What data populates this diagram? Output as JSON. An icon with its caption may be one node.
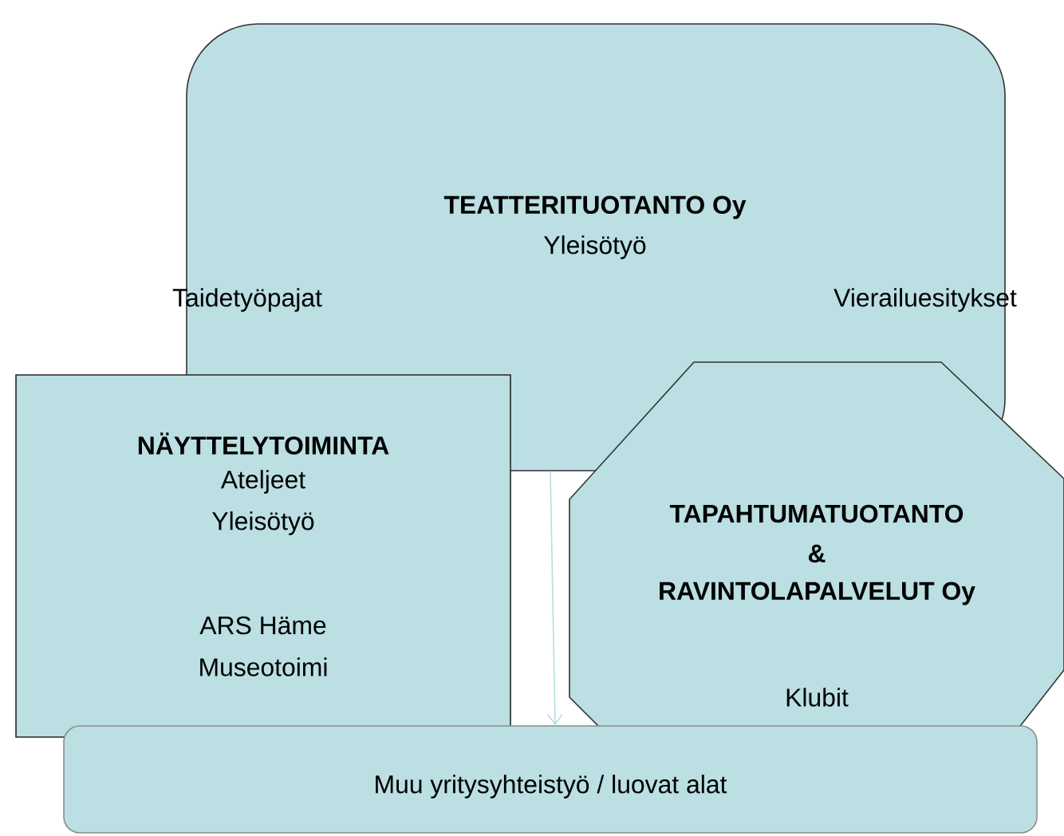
{
  "diagram": {
    "nodes": [
      {
        "text": [
          "TEATTERITUOTANTO Oy",
          "Yleisötyö",
          "Taidetyöpajat",
          "Vierailuesitykset"
        ]
      },
      {
        "text": [
          "NÄYTTELYTOIMINTA",
          "Ateljeet",
          "Yleisötyö",
          "ARS Häme",
          "Museotoimi"
        ]
      },
      {
        "text": [
          "TAPAHTUMATUOTANTO",
          "&",
          "RAVINTOLAPALVELUT Oy",
          "Klubit"
        ]
      },
      {
        "text": [
          "Muu yritysyhteistyö / luovat alat"
        ]
      }
    ],
    "edges": [
      {
        "from": 0,
        "to": 3,
        "arrow": "to",
        "color": "#b5dde2"
      }
    ]
  }
}
